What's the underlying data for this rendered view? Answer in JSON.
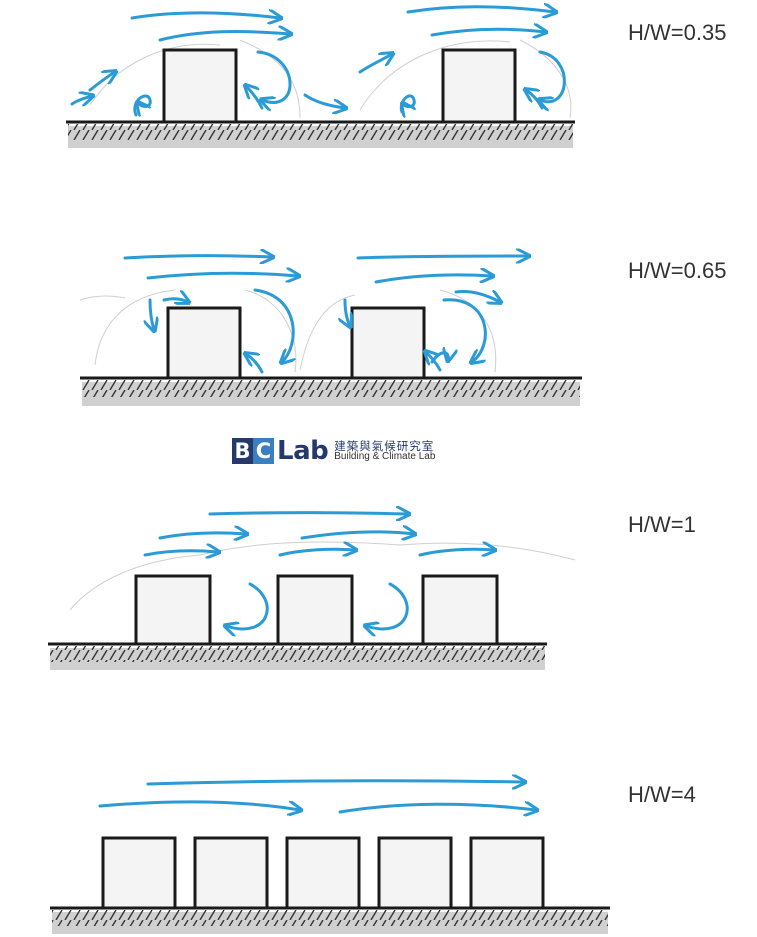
{
  "scenarios": [
    {
      "label": "H/W=0.35"
    },
    {
      "label": "H/W=0.65"
    },
    {
      "label": "H/W=1"
    },
    {
      "label": "H/W=4"
    }
  ],
  "logo": {
    "mark_b": "B",
    "mark_c": "C",
    "word": "Lab",
    "subtitle_cn": "建築與氣候研究室",
    "subtitle_en": "Building & Climate Lab"
  },
  "colors": {
    "airflow": "#2b9bd6",
    "building_stroke": "#1a1a1a",
    "building_fill": "#f4f4f4",
    "ground_shadow": "#b0b0b0",
    "brand_dark": "#253a6b",
    "brand_light": "#3a7fc1"
  }
}
